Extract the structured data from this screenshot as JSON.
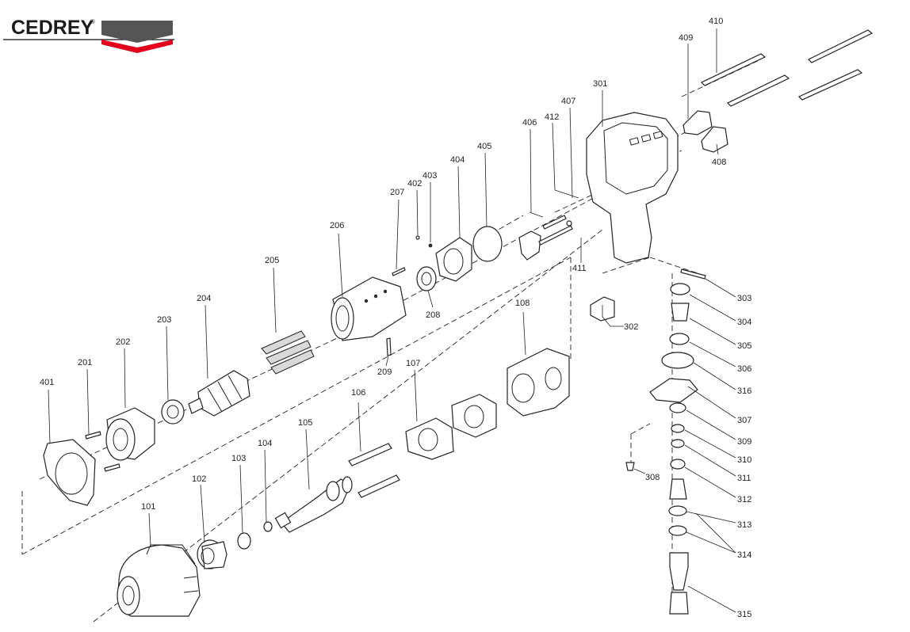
{
  "brand": {
    "name": "CEDREY",
    "registered_mark": "®",
    "colors": {
      "gray": "#555555",
      "red": "#e3001b",
      "text": "#1a1a1a"
    }
  },
  "callouts": [
    "101",
    "102",
    "103",
    "104",
    "105",
    "106",
    "107",
    "108",
    "201",
    "202",
    "203",
    "204",
    "205",
    "206",
    "207",
    "208",
    "209",
    "301",
    "302",
    "303",
    "304",
    "305",
    "306",
    "307",
    "308",
    "309",
    "310",
    "311",
    "312",
    "313",
    "314",
    "315",
    "316",
    "401",
    "402",
    "403",
    "404",
    "405",
    "406",
    "407",
    "408",
    "409",
    "410",
    "411",
    "412"
  ]
}
